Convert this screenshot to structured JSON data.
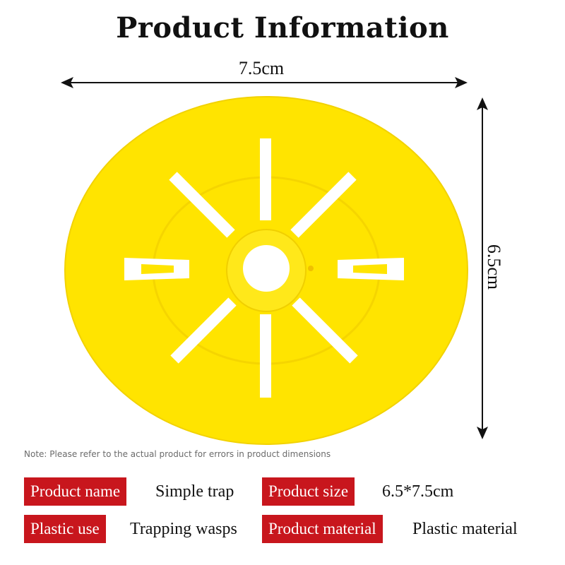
{
  "title": "Product Information",
  "dimensions": {
    "width_label": "7.5cm",
    "height_label": "6.5cm"
  },
  "note": "Note: Please refer to the actual product for errors in product dimensions",
  "specs": {
    "product_name": {
      "label": "Product name",
      "value": "Simple trap"
    },
    "product_size": {
      "label": "Product size",
      "value": "6.5*7.5cm"
    },
    "plastic_use": {
      "label": "Plastic use",
      "value": "Trapping wasps"
    },
    "product_material": {
      "label": "Product material",
      "value": "Plastic material"
    }
  },
  "colors": {
    "product_yellow": "#ffe400",
    "label_red": "#c8161d"
  }
}
